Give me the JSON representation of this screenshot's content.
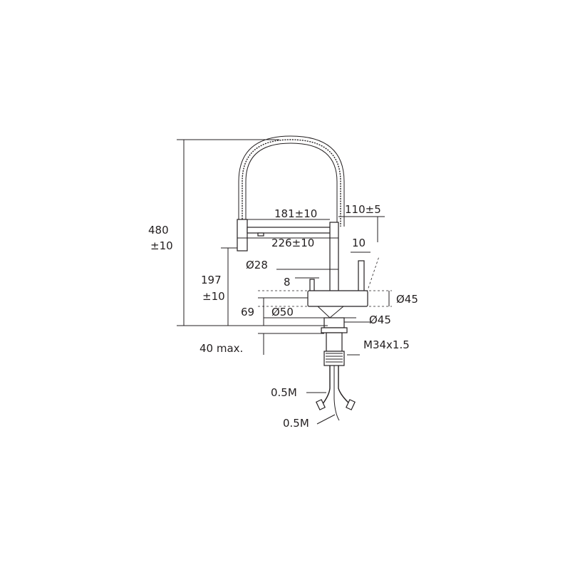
{
  "dimensions": {
    "total_height": "480",
    "total_height_tol": "±10",
    "spray_height": "197",
    "spray_height_tol": "±10",
    "base_height": "69",
    "max_thickness": "40 max.",
    "reach_inner": "181±10",
    "reach_outer": "226±10",
    "side_offset": "110±5",
    "lever_width": "10",
    "pipe_diameter": "Ø28",
    "small_lever": "8",
    "body_diameter_right": "Ø45",
    "base_diameter": "Ø50",
    "base_diameter_right": "Ø45",
    "thread": "M34x1.5",
    "hose_top": "0.5M",
    "hose_bottom": "0.5M"
  }
}
